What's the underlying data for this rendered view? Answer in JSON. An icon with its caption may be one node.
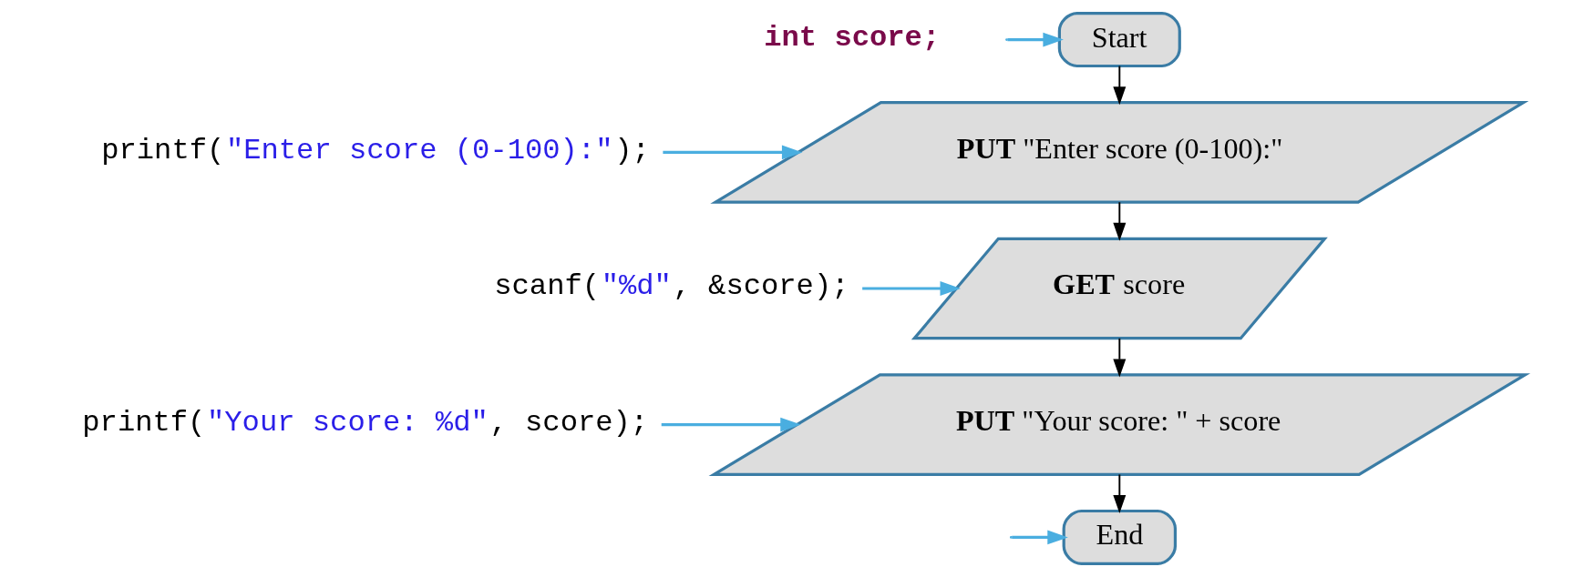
{
  "diagram": {
    "nodes": [
      {
        "text": [
          "Start"
        ]
      },
      {
        "text": [
          "**PUT** \"Enter score (0-100):\""
        ]
      },
      {
        "text": [
          "**GET** score"
        ]
      },
      {
        "text": [
          "**PUT** \"Your score: \" + score"
        ]
      },
      {
        "text": [
          "End"
        ]
      },
      {
        "text": [
          "printf(\"Enter score (0-100):\");"
        ]
      },
      {
        "text": [
          "scanf(\"%d\", &score);"
        ]
      },
      {
        "text": [
          "printf(\"Your score: %d\", score);"
        ]
      }
    ],
    "edges": [
      {
        "from": null,
        "to": 0,
        "arrow": "to"
      },
      {
        "from": 0,
        "to": 1,
        "arrow": "to",
        "color": "#000000"
      },
      {
        "from": 1,
        "to": 2,
        "arrow": "to",
        "color": "#000000"
      },
      {
        "from": 2,
        "to": 3,
        "arrow": "to",
        "color": "#000000"
      },
      {
        "from": 3,
        "to": 4,
        "arrow": "to",
        "color": "#000000"
      },
      {
        "from": 5,
        "to": 1,
        "arrow": "to"
      },
      {
        "from": 6,
        "to": 2,
        "arrow": "to"
      },
      {
        "from": 7,
        "to": 3,
        "arrow": "to"
      },
      {
        "from": null,
        "to": 4,
        "arrow": "to"
      }
    ],
    "labels": [
      "int score;"
    ]
  }
}
